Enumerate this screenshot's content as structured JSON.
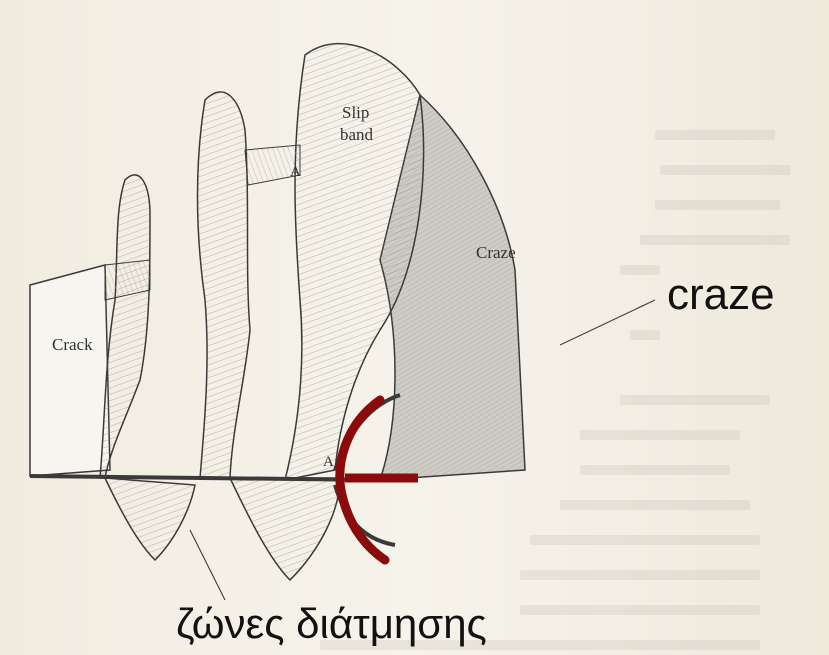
{
  "labels": {
    "crack": "Crack",
    "slip_band": "Slip\nband",
    "slip_band_line1": "Slip",
    "slip_band_line2": "band",
    "craze_inner": "Craze",
    "point_a": "A"
  },
  "annotations": {
    "craze": "craze",
    "shear_zones": "ζώνες διάτμησης"
  },
  "colors": {
    "craze_fill": "#c9c6c0",
    "highlight_arc": "#8b0a0a",
    "line": "#3a3a3a",
    "paper": "#f4f1e8"
  }
}
